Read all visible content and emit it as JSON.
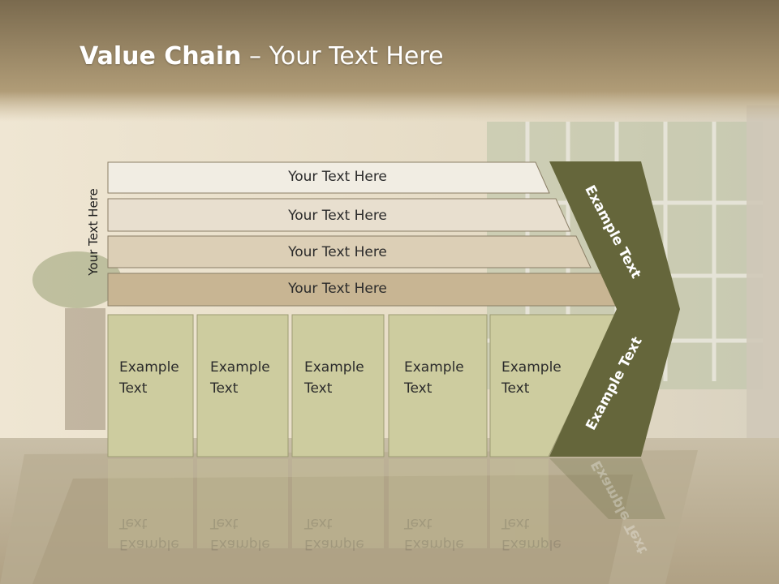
{
  "slide": {
    "title_bold": "Value Chain",
    "title_rest": " – Your Text Here"
  },
  "diagram": {
    "side_label": "Your Text Here",
    "bars": [
      {
        "label": "Your Text Here",
        "color": "#f1ede3"
      },
      {
        "label": "Your Text Here",
        "color": "#e8dfcf"
      },
      {
        "label": "Your Text Here",
        "color": "#dccfb6"
      },
      {
        "label": "Your Text Here",
        "color": "#c8b593"
      }
    ],
    "cells": [
      {
        "label": "Example\nText"
      },
      {
        "label": "Example\nText"
      },
      {
        "label": "Example\nText"
      },
      {
        "label": "Example\nText"
      },
      {
        "label": "Example\nText"
      }
    ],
    "arrow_labels": [
      "Example Text",
      "Example Text"
    ],
    "colors": {
      "cell_fill": "#cdcc9f",
      "arrow_fill": "#65663b",
      "header_band": "#9c8863"
    }
  }
}
